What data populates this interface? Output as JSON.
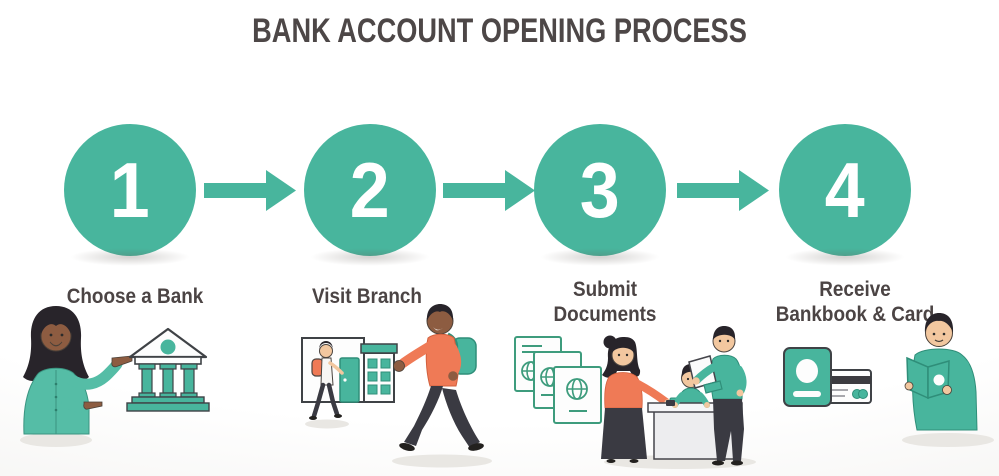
{
  "title": "BANK ACCOUNT OPENING PROCESS",
  "colors": {
    "teal": "#48B59D",
    "teal_dark": "#2F8E79",
    "orange": "#EF7A56",
    "title_text": "#4D4747",
    "label_text": "#4B4444",
    "outline_dark": "#3F4246",
    "clothing_dark": "#3A3A42",
    "hair_black": "#28242A",
    "skin_dark": "#8D5C41",
    "skin_light": "#F2C79F",
    "document_green": "#3E9C7D",
    "number_text": "#FFFFFF",
    "soft_shadow": "#E9E7E3"
  },
  "steps": [
    {
      "number": "1",
      "label": "Choose a Bank",
      "label_lines": [
        "Choose a Bank"
      ],
      "illustration": "woman-pointing-at-bank-building-icon"
    },
    {
      "number": "2",
      "label": "Visit Branch",
      "label_lines": [
        "Visit Branch"
      ],
      "illustration": "customers-walking-to-bank-branch"
    },
    {
      "number": "3",
      "label": "Submit Documents",
      "label_lines": [
        "Submit",
        "Documents"
      ],
      "illustration": "documents-and-counter-scene"
    },
    {
      "number": "4",
      "label": "Receive Bankbook & Card",
      "label_lines": [
        "Receive",
        "Bankbook & Card"
      ],
      "illustration": "bankbook-card-and-man-reading"
    }
  ],
  "connectors": [
    "arrow-right",
    "arrow-right",
    "arrow-right"
  ]
}
